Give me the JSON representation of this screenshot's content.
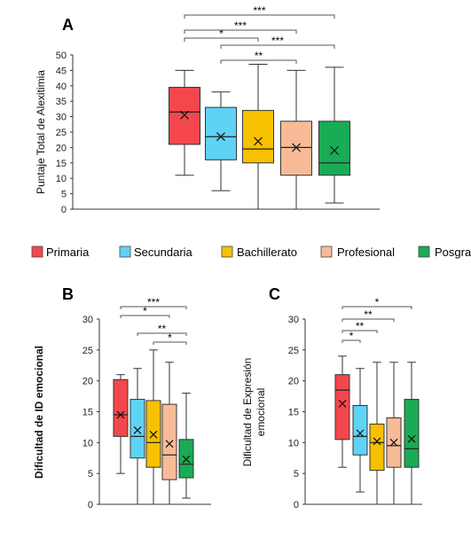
{
  "legend": [
    {
      "name": "Primaria",
      "color": "#f4474d"
    },
    {
      "name": "Secundaria",
      "color": "#5fd3f5"
    },
    {
      "name": "Bachillerato",
      "color": "#f7c000"
    },
    {
      "name": "Profesional",
      "color": "#f7bc97"
    },
    {
      "name": "Posgrado",
      "color": "#1aab55"
    }
  ],
  "chart_data": [
    {
      "type": "box",
      "panel_label": "A",
      "ylabel": "Puntaje Total de Alexitimia",
      "ylabel_bold": false,
      "ylim": [
        0,
        50
      ],
      "yticks": [
        0,
        5,
        10,
        15,
        20,
        25,
        30,
        35,
        40,
        45,
        50
      ],
      "categories": [
        "Primaria",
        "Secundaria",
        "Bachillerato",
        "Profesional",
        "Posgrado"
      ],
      "boxes": [
        {
          "min": 11,
          "q1": 21,
          "median": 31.5,
          "q3": 39.5,
          "max": 45,
          "mean": 30.5
        },
        {
          "min": 6,
          "q1": 16,
          "median": 23.5,
          "q3": 33,
          "max": 38,
          "mean": 23.5
        },
        {
          "min": 0,
          "q1": 15,
          "median": 19.5,
          "q3": 32,
          "max": 47,
          "mean": 22
        },
        {
          "min": 0,
          "q1": 11,
          "median": 20,
          "q3": 28.5,
          "max": 45,
          "mean": 20
        },
        {
          "min": 2,
          "q1": 11,
          "median": 15,
          "q3": 28.5,
          "max": 46,
          "mean": 19
        }
      ],
      "significance": [
        {
          "from": 0,
          "to": 4,
          "label": "***"
        },
        {
          "from": 0,
          "to": 3,
          "label": "***"
        },
        {
          "from": 0,
          "to": 2,
          "label": "*"
        },
        {
          "from": 1,
          "to": 4,
          "label": "***"
        },
        {
          "from": 1,
          "to": 3,
          "label": "**"
        }
      ]
    },
    {
      "type": "box",
      "panel_label": "B",
      "ylabel": "Dificultad de ID emocional",
      "ylabel_bold": true,
      "ylim": [
        0,
        30
      ],
      "yticks": [
        0,
        5,
        10,
        15,
        20,
        25,
        30
      ],
      "categories": [
        "Primaria",
        "Secundaria",
        "Bachillerato",
        "Profesional",
        "Posgrado"
      ],
      "boxes": [
        {
          "min": 5,
          "q1": 11,
          "median": 14.5,
          "q3": 20.2,
          "max": 21,
          "mean": 14.5
        },
        {
          "min": 0,
          "q1": 7.5,
          "median": 11,
          "q3": 17,
          "max": 22,
          "mean": 12
        },
        {
          "min": 0,
          "q1": 6,
          "median": 10,
          "q3": 16.8,
          "max": 25,
          "mean": 11.3
        },
        {
          "min": 0,
          "q1": 4,
          "median": 8,
          "q3": 16.2,
          "max": 23,
          "mean": 9.8
        },
        {
          "min": 1,
          "q1": 4.3,
          "median": 6.5,
          "q3": 10.5,
          "max": 18,
          "mean": 7.3
        }
      ],
      "significance": [
        {
          "from": 0,
          "to": 4,
          "label": "***"
        },
        {
          "from": 0,
          "to": 3,
          "label": "*"
        },
        {
          "from": 1,
          "to": 4,
          "label": "**"
        },
        {
          "from": 2,
          "to": 4,
          "label": "*"
        }
      ]
    },
    {
      "type": "box",
      "panel_label": "C",
      "ylabel": "Dificultad de Expresión emocional",
      "ylabel_lines": [
        "Dificultad de Expresión",
        "emocional"
      ],
      "ylabel_bold": false,
      "ylim": [
        0,
        30
      ],
      "yticks": [
        0,
        5,
        10,
        15,
        20,
        25,
        30
      ],
      "categories": [
        "Primaria",
        "Secundaria",
        "Bachillerato",
        "Profesional",
        "Posgrado"
      ],
      "boxes": [
        {
          "min": 6,
          "q1": 10.5,
          "median": 18.5,
          "q3": 21,
          "max": 24,
          "mean": 16.3
        },
        {
          "min": 2,
          "q1": 8,
          "median": 11,
          "q3": 16,
          "max": 22,
          "mean": 11.5
        },
        {
          "min": 0,
          "q1": 5.5,
          "median": 10,
          "q3": 13,
          "max": 23,
          "mean": 10.2
        },
        {
          "min": 0,
          "q1": 6,
          "median": 9.5,
          "q3": 14,
          "max": 23,
          "mean": 10
        },
        {
          "min": 0,
          "q1": 6,
          "median": 9,
          "q3": 17,
          "max": 23,
          "mean": 10.6
        }
      ],
      "significance": [
        {
          "from": 0,
          "to": 4,
          "label": "*"
        },
        {
          "from": 0,
          "to": 3,
          "label": "**"
        },
        {
          "from": 0,
          "to": 2,
          "label": "**"
        },
        {
          "from": 0,
          "to": 1,
          "label": "*"
        }
      ]
    }
  ]
}
